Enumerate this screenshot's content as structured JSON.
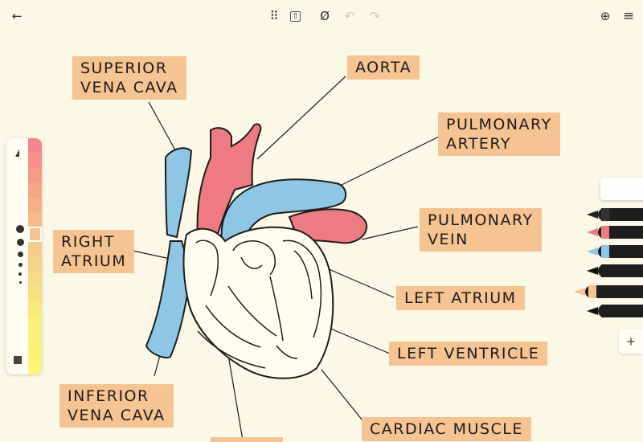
{
  "toolbar": {
    "back_icon": "arrow-left-icon",
    "grid_icon": "grid-icon",
    "share_icon": "share-icon",
    "hide_icon": "hide-icon",
    "undo_icon": "undo-icon",
    "redo_icon": "redo-icon",
    "target_icon": "crosshair-icon",
    "menu_icon": "menu-icon",
    "back_glyph": "←",
    "grid_glyph": "⠿",
    "share_glyph": "⇧",
    "hide_glyph": "Ø",
    "undo_glyph": "↶",
    "redo_glyph": "↷",
    "target_glyph": "⊕",
    "menu_glyph": "≡"
  },
  "labels": {
    "svc_line1": "Superior",
    "svc_line2": "Vena Cava",
    "aorta": "Aorta",
    "pa_line1": "Pulmonary",
    "pa_line2": "Artery",
    "pv_line1": "Pulmonary",
    "pv_line2": "Vein",
    "ra_line1": "Right",
    "ra_line2": "Atrium",
    "left_atrium": "Left Atrium",
    "left_ventricle": "Left Ventricle",
    "ivc_line1": "Inferior",
    "ivc_line2": "Vena Cava",
    "cardiac_muscle": "Cardiac Muscle"
  },
  "colors": {
    "paper": "#fbf8e8",
    "highlight": "#f6c393",
    "vein_blue": "#8ec6e6",
    "artery_red": "#ef7b82",
    "ink": "#1c1c1c"
  },
  "palette": {
    "swatches": [
      "#f2868b",
      "#f39089",
      "#f49b88",
      "#f4a687",
      "#f5b086",
      "#f6bb86",
      "#f6c393",
      "#f5cb8e",
      "#f5d38a",
      "#f6da85",
      "#f7e281",
      "#f8e97e",
      "#f9ef7b",
      "#f9ef7b",
      "#faf37a",
      "#fbf679"
    ],
    "selected_index": 6,
    "sizes": [
      10,
      9,
      7,
      5,
      4,
      3
    ]
  },
  "tools": {
    "plus_label": "+",
    "pens": [
      {
        "name": "black-marker",
        "band": "#333333",
        "tip": "#222222"
      },
      {
        "name": "red-marker",
        "band": "#ef7b82",
        "tip": "#ef7b82"
      },
      {
        "name": "blue-marker",
        "band": "#8ec6e6",
        "tip": "#8ec6e6"
      },
      {
        "name": "fineliner",
        "band": "#1e1e1e",
        "tip": "#111111"
      },
      {
        "name": "orange-highlighter",
        "band": "#f6c393",
        "tip": "#f6c393"
      },
      {
        "name": "fountain-pen",
        "band": "#1e1e1e",
        "tip": "#111111"
      }
    ]
  }
}
